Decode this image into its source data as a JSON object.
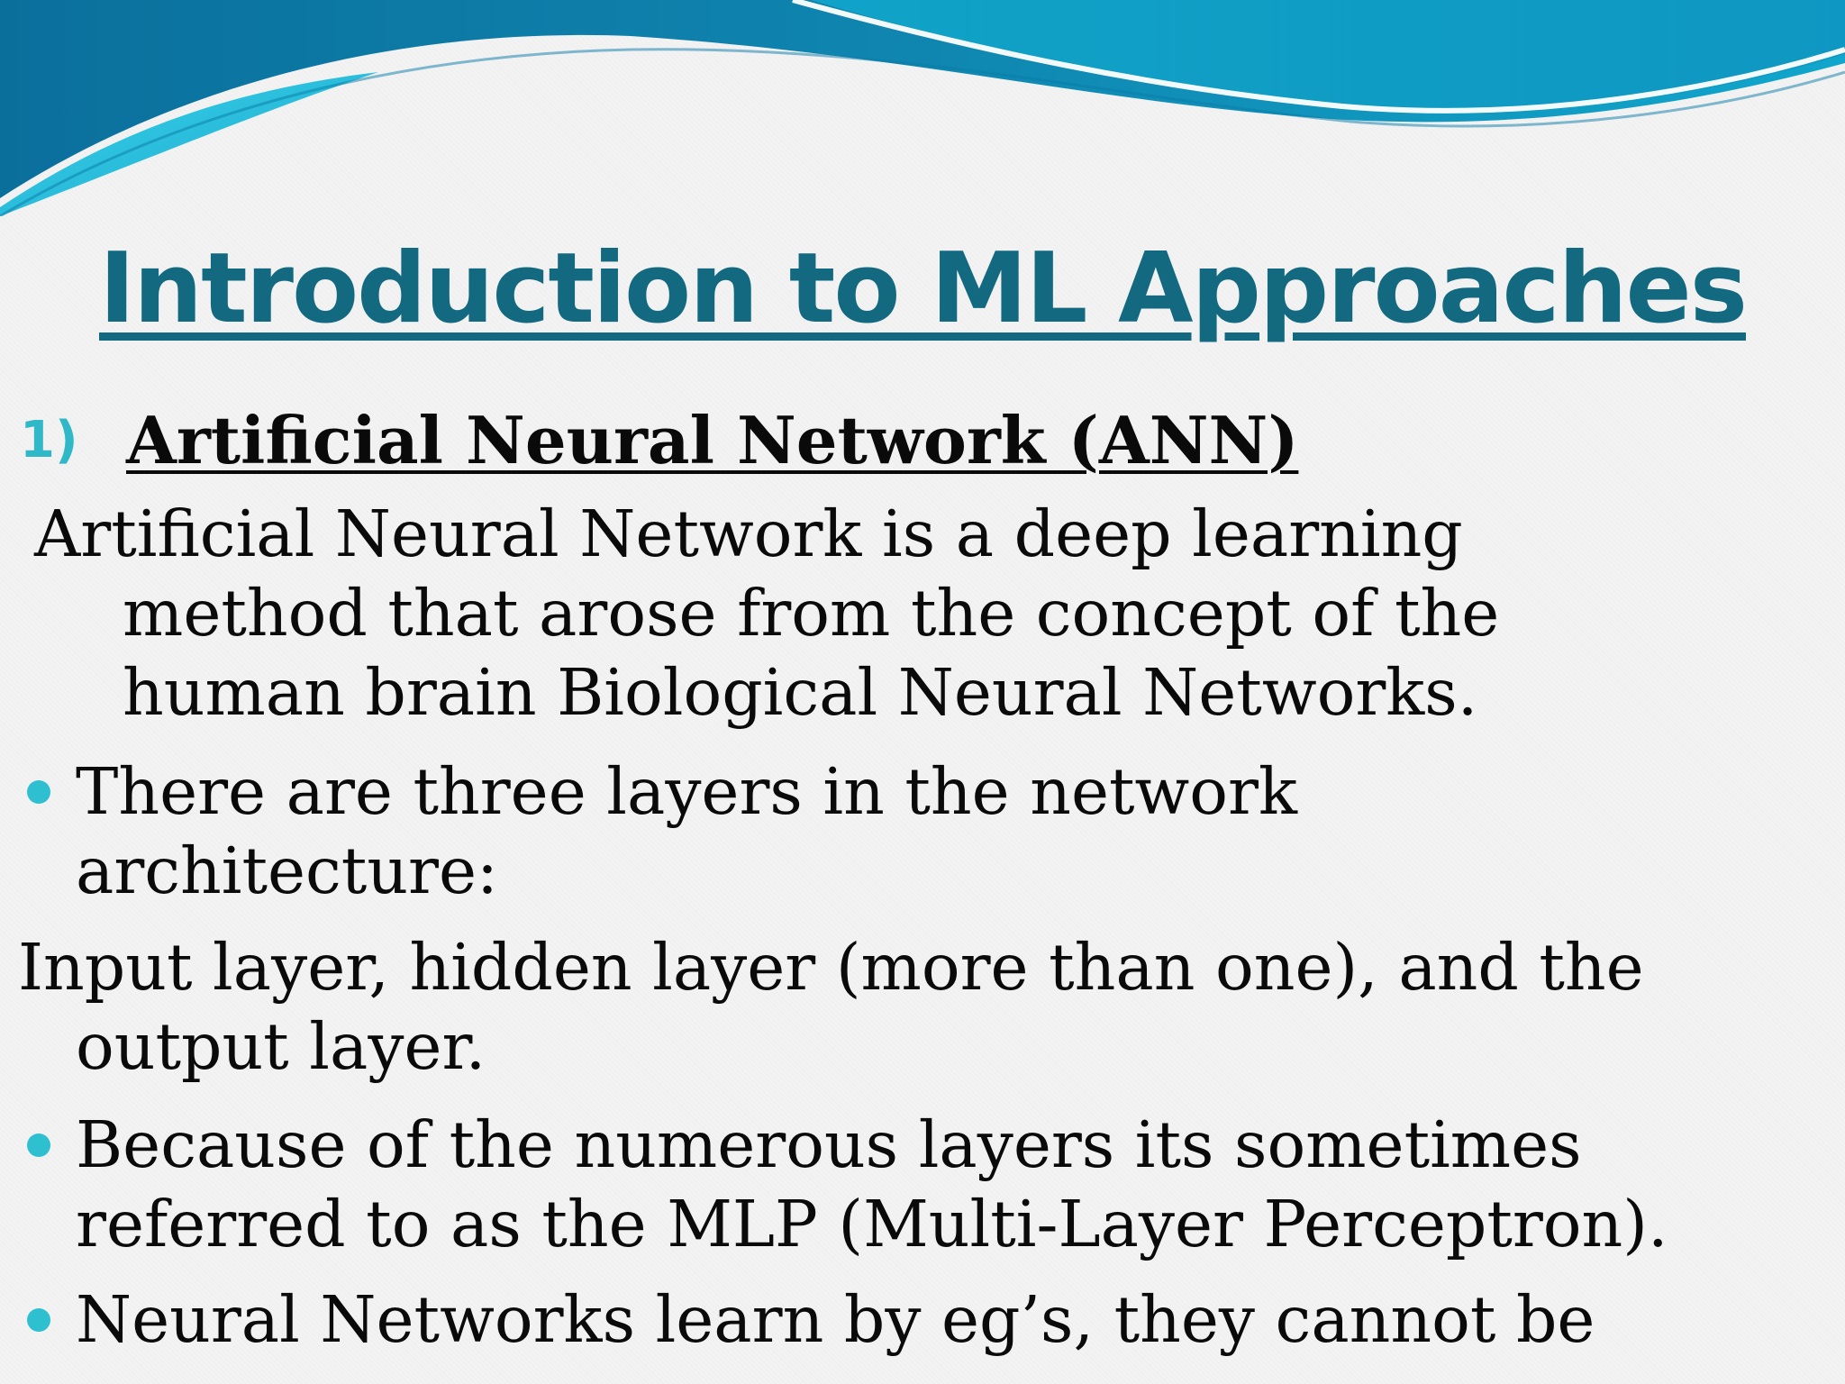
{
  "slide": {
    "title": "Introduction to ML Approaches",
    "section_number": "1)",
    "section_heading": "Artificial Neural Network (ANN)",
    "paragraph_lines": [
      "Artificial Neural Network is a deep learning",
      "method that  arose from the concept of the",
      "human brain Biological  Neural Networks."
    ],
    "bullet1_lines": [
      "There are three layers in the network",
      "architecture:"
    ],
    "layers_lines": [
      "Input layer,    hidden layer (more than one), and the",
      "output  layer."
    ],
    "bullet2_lines": [
      "Because of the numerous layers its sometimes",
      "referred to as  the MLP (Multi-Layer Perceptron)."
    ],
    "bullet3_lines": [
      "Neural Networks learn by eg’s, they cannot be"
    ]
  },
  "colors": {
    "title": "#136a80",
    "accent": "#2ec0d0",
    "text": "#0a0a0a"
  }
}
